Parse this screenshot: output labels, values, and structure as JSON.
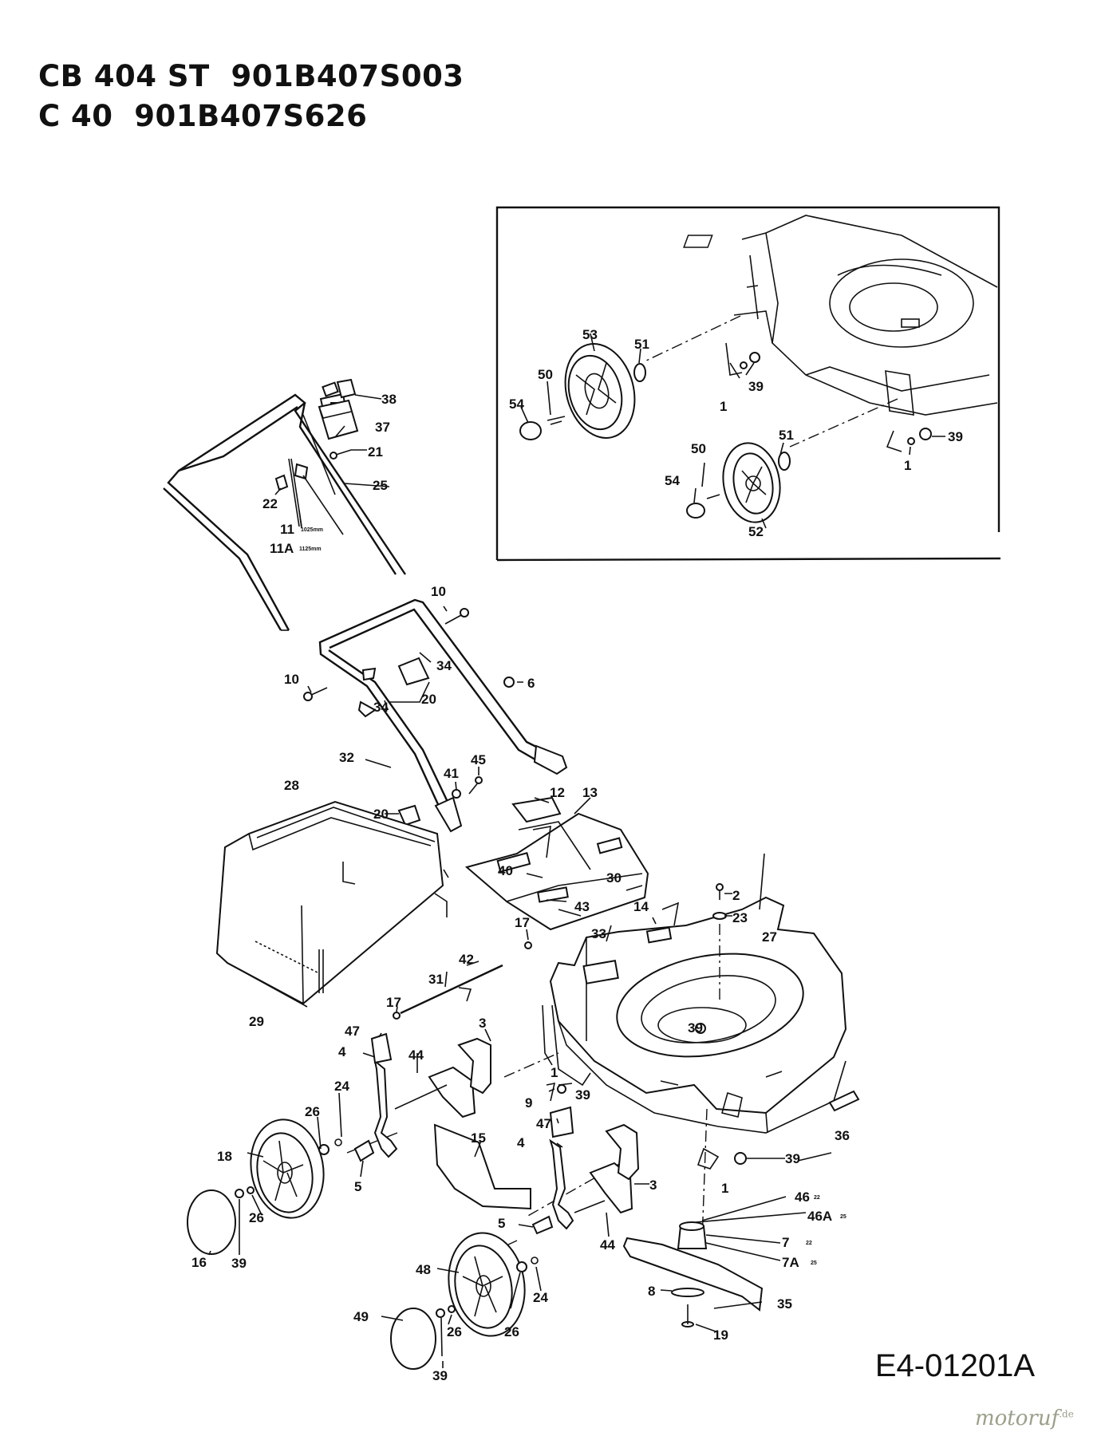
{
  "title": {
    "line1": "CB 404 ST  901B407S003",
    "line2": "C 40  901B407S626"
  },
  "reference": "E4-01201A",
  "watermark": "motoruf",
  "watermark_suffix": ".de",
  "labels": {
    "p1a": "1",
    "p1b": "1",
    "p1c": "1",
    "p1d": "1",
    "p2": "2",
    "p3a": "3",
    "p3b": "3",
    "p4a": "4",
    "p4b": "4",
    "p5a": "5",
    "p5b": "5",
    "p6": "6",
    "p7": "7",
    "p7A": "7A",
    "p8": "8",
    "p9": "9",
    "p10a": "10",
    "p10b": "10",
    "p11": "11",
    "p11A": "11A",
    "p11_note": "1025mm",
    "p11A_note": "1125mm",
    "p12": "12",
    "p13": "13",
    "p14": "14",
    "p15": "15",
    "p16": "16",
    "p17a": "17",
    "p17b": "17",
    "p18": "18",
    "p19": "19",
    "p20a": "20",
    "p20b": "20",
    "p21": "21",
    "p22": "22",
    "p23": "23",
    "p24a": "24",
    "p24b": "24",
    "p25": "25",
    "p26a": "26",
    "p26b": "26",
    "p26c": "26",
    "p26d": "26",
    "p27": "27",
    "p28": "28",
    "p29": "29",
    "p30": "30",
    "p31": "31",
    "p32": "32",
    "p33": "33",
    "p34a": "34",
    "p34b": "34",
    "p35": "35",
    "p36": "36",
    "p37": "37",
    "p38": "38",
    "p39a": "39",
    "p39b": "39",
    "p39c": "39",
    "p39d": "39",
    "p39e": "39",
    "p39f": "39",
    "p39g": "39",
    "p40": "40",
    "p41": "41",
    "p42": "42",
    "p43": "43",
    "p44a": "44",
    "p44b": "44",
    "p45": "45",
    "p46": "46",
    "p46A": "46A",
    "p47a": "47",
    "p47b": "47",
    "p48": "48",
    "p49": "49",
    "p50a": "50",
    "p50b": "50",
    "p51a": "51",
    "p51b": "51",
    "p52": "52",
    "p53": "53",
    "p54a": "54",
    "p54b": "54",
    "p7_note": "22",
    "p7A_note": "25",
    "p46_note": "22",
    "p46A_note": "25"
  }
}
